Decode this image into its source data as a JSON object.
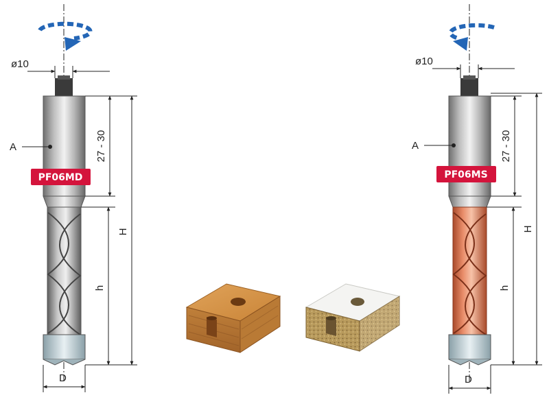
{
  "left_tool": {
    "badge": "PF06MD",
    "shank_diameter": "ø10",
    "shank_label": "A",
    "shank_length": "27 - 30",
    "total_length": "H",
    "cutting_length": "h",
    "cut_diameter": "D",
    "rotation": "clockwise",
    "flute_finish": "steel"
  },
  "right_tool": {
    "badge": "PF06MS",
    "shank_diameter": "ø10",
    "shank_label": "A",
    "shank_length": "27 - 30",
    "total_length": "H",
    "cutting_length": "h",
    "cut_diameter": "D",
    "rotation": "counter-clockwise",
    "flute_finish": "copper"
  },
  "samples": [
    {
      "material": "solid wood"
    },
    {
      "material": "melamine-faced chipboard"
    }
  ],
  "colors": {
    "badge": "#d4143c",
    "rotation_arrow": "#2466b6",
    "copper_flute": "#d9784f",
    "steel_flute": "#b8b8b8"
  }
}
